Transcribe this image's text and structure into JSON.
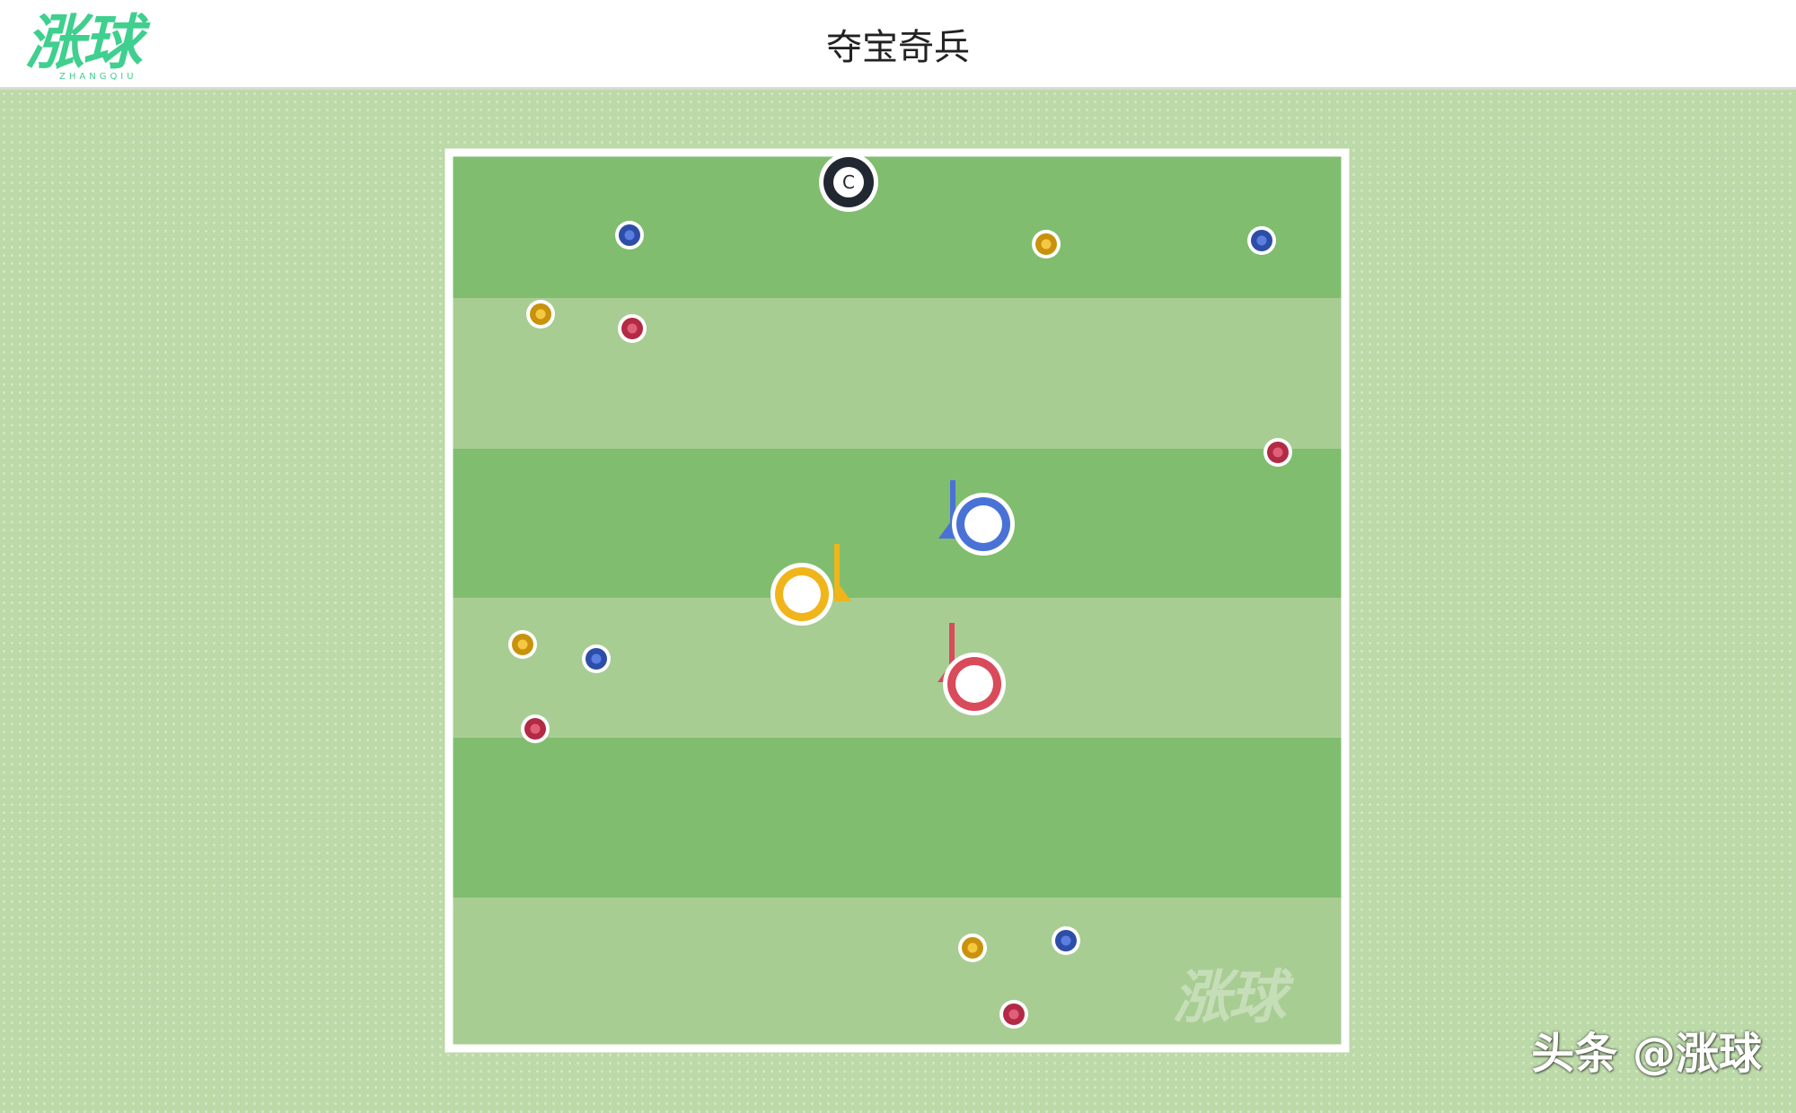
{
  "header": {
    "logo_text": "涨球",
    "logo_subtext": "ZHANGQIU",
    "title": "夺宝奇兵"
  },
  "pitch": {
    "watermark_text": "涨球",
    "coach_label": "C",
    "colors": {
      "stripe_dark": "#80bd6f",
      "stripe_light": "#a8cd93",
      "line": "#ffffff",
      "blue": "#4a72d6",
      "yellow": "#f0b51b",
      "red": "#d94a5b",
      "coach": "#222831",
      "cone_blue_fill": "#2d4ea8",
      "cone_yellow_fill": "#c9920e",
      "cone_red_fill": "#b32a45"
    },
    "cones": [
      {
        "color": "blue",
        "col": 1,
        "row": 1
      },
      {
        "color": "yellow",
        "col": 2,
        "row": 1
      },
      {
        "color": "blue",
        "col": 3,
        "row": 1
      },
      {
        "color": "yellow",
        "col": 1,
        "row": 2
      },
      {
        "color": "red",
        "col": 1,
        "row": 2
      },
      {
        "color": "red",
        "col": 3,
        "row": 2
      },
      {
        "color": "yellow",
        "col": 1,
        "row": 3
      },
      {
        "color": "blue",
        "col": 1,
        "row": 3
      },
      {
        "color": "red",
        "col": 1,
        "row": 3
      },
      {
        "color": "yellow",
        "col": 2,
        "row": 4
      },
      {
        "color": "blue",
        "col": 2,
        "row": 4
      },
      {
        "color": "red",
        "col": 2,
        "row": 4
      }
    ],
    "players": [
      {
        "color": "blue",
        "role": "blue team home"
      },
      {
        "color": "yellow",
        "role": "yellow team home"
      },
      {
        "color": "red",
        "role": "red team home"
      }
    ]
  },
  "credit": "头条 @涨球"
}
